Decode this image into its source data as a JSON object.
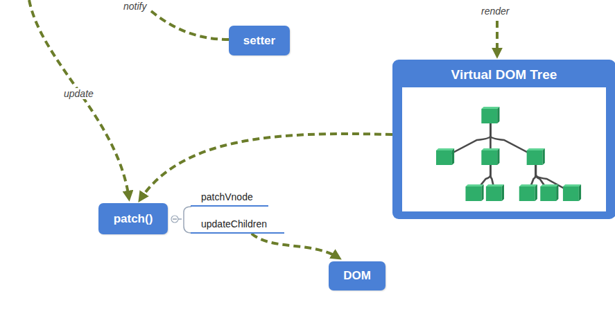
{
  "diagram": {
    "nodes": [
      {
        "text": [
          "setter"
        ]
      },
      {
        "text": [
          "Virtual DOM Tree"
        ]
      },
      {
        "text": [
          "patch()"
        ]
      },
      {
        "text": [
          "patchVnode"
        ]
      },
      {
        "text": [
          "updateChildren"
        ]
      },
      {
        "text": [
          "DOM"
        ]
      }
    ],
    "edges": [
      {
        "from": 1,
        "to": 2,
        "arrow": "to"
      },
      {
        "from": 4,
        "to": 5,
        "arrow": "to"
      }
    ],
    "labels": [
      "notify",
      "update",
      "render"
    ]
  }
}
